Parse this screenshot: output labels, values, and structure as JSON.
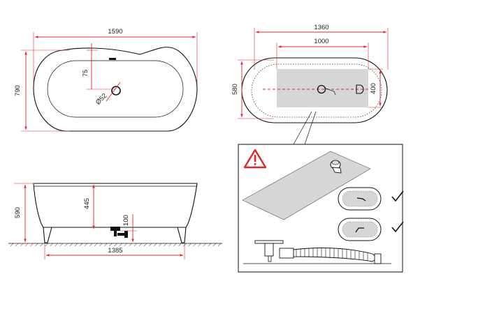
{
  "colors": {
    "dimension": "#e0262c",
    "outline": "#111111",
    "panel_fill": "#d6d6d6",
    "warning": "#e0262c"
  },
  "icons": {
    "warning": "warning-triangle-icon",
    "approved": "checkmark-icon"
  },
  "top_view": {
    "length": "1590",
    "width": "790",
    "drain_offset": "75",
    "drain_diameter": "Ø52"
  },
  "floor_view": {
    "outer_length": "1360",
    "inner_length": "1000",
    "outer_width": "580",
    "inner_width": "400"
  },
  "side_view": {
    "height": "590",
    "inner_depth": "445",
    "drain_height": "100",
    "base_length": "1385"
  }
}
